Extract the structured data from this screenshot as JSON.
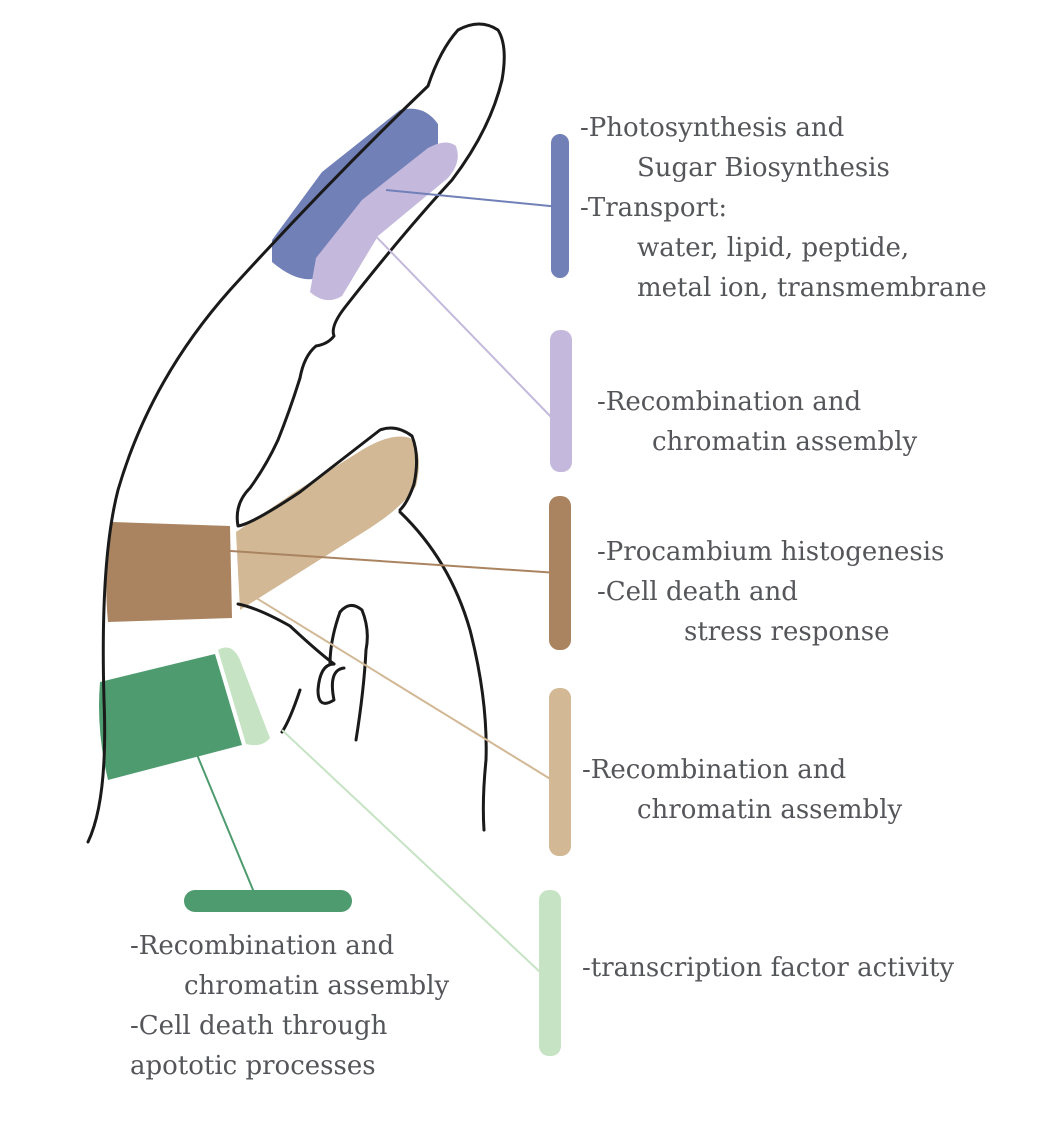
{
  "colors": {
    "photosynthesis_blue": "#7280b8",
    "lavender": "#c4b9dc",
    "dark_brown": "#aa8461",
    "tan": "#d2b895",
    "dark_green": "#4e9b6f",
    "light_green": "#c6e3c4",
    "outline": "#1a1a1a",
    "text": "#55565a"
  },
  "labels": {
    "blue": {
      "line1": "-Photosynthesis and",
      "line2": "Sugar Biosynthesis",
      "line3": "-Transport:",
      "line4": "water, lipid, peptide,",
      "line5": "metal ion, transmembrane"
    },
    "lavender": {
      "line1": "-Recombination and",
      "line2": "chromatin assembly"
    },
    "dark_brown": {
      "line1": "-Procambium histogenesis",
      "line2": "-Cell death and",
      "line3": "stress response"
    },
    "tan": {
      "line1": "-Recombination and",
      "line2": "chromatin assembly"
    },
    "light_green": {
      "line1": "-transcription factor activity"
    },
    "dark_green": {
      "line1": "-Recombination and",
      "line2": "chromatin assembly",
      "line3": "-Cell death through",
      "line4": "apototic processes"
    }
  }
}
